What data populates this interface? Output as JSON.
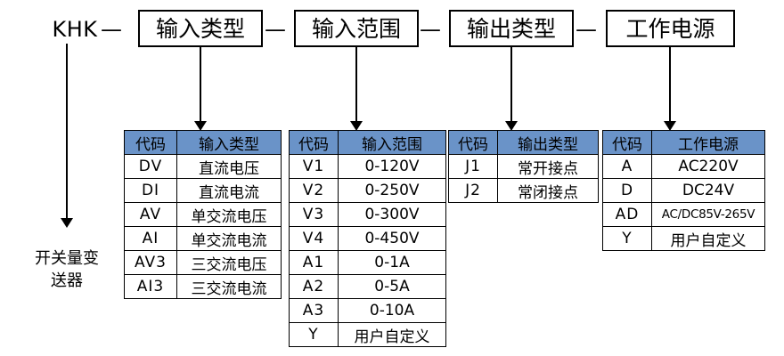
{
  "header": {
    "brand": "KHK",
    "separator": "—",
    "boxes": [
      {
        "label": "输入类型"
      },
      {
        "label": "输入范围"
      },
      {
        "label": "输出类型"
      },
      {
        "label": "工作电源"
      }
    ]
  },
  "leaf_label": {
    "line1": "开关量变",
    "line2": "送器"
  },
  "colors": {
    "header_blue": "#6a93c8",
    "border": "#000000",
    "background": "#ffffff"
  },
  "tables": [
    {
      "name": "input-type",
      "headers": [
        "代码",
        "输入类型"
      ],
      "rows": [
        [
          "DV",
          "直流电压"
        ],
        [
          "DI",
          "直流电流"
        ],
        [
          "AV",
          "单交流电压"
        ],
        [
          "AI",
          "单交流电流"
        ],
        [
          "AV3",
          "三交流电压"
        ],
        [
          "AI3",
          "三交流电流"
        ]
      ]
    },
    {
      "name": "input-range",
      "headers": [
        "代码",
        "输入范围"
      ],
      "rows": [
        [
          "V1",
          "0-120V"
        ],
        [
          "V2",
          "0-250V"
        ],
        [
          "V3",
          "0-300V"
        ],
        [
          "V4",
          "0-450V"
        ],
        [
          "A1",
          "0-1A"
        ],
        [
          "A2",
          "0-5A"
        ],
        [
          "A3",
          "0-10A"
        ],
        [
          "Y",
          "用户自定义"
        ]
      ]
    },
    {
      "name": "output-type",
      "headers": [
        "代码",
        "输出类型"
      ],
      "rows": [
        [
          "J1",
          "常开接点"
        ],
        [
          "J2",
          "常闭接点"
        ]
      ]
    },
    {
      "name": "power-supply",
      "headers": [
        "代码",
        "工作电源"
      ],
      "rows": [
        [
          "A",
          "AC220V"
        ],
        [
          "D",
          "DC24V"
        ],
        [
          "AD",
          "AC/DC85V-265V"
        ],
        [
          "Y",
          "用户自定义"
        ]
      ]
    }
  ]
}
